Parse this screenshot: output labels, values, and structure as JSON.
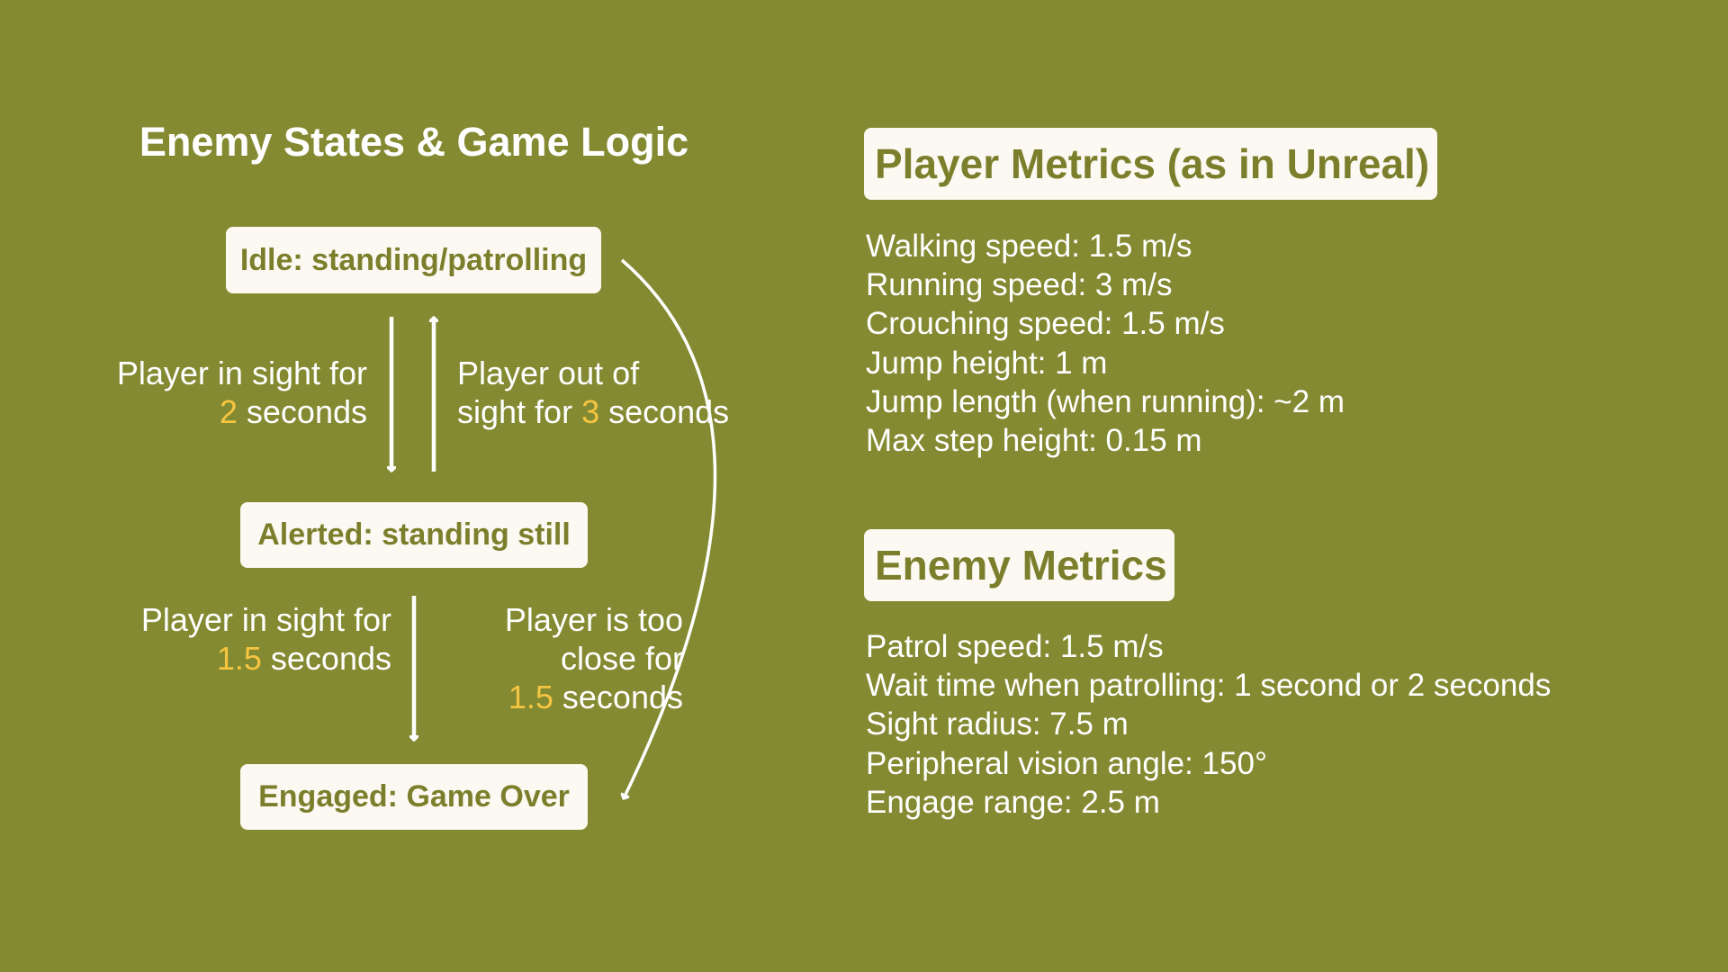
{
  "diagram": {
    "title": "Enemy States & Game Logic",
    "states": {
      "idle": "Idle: standing/patrolling",
      "alerted": "Alerted: standing still",
      "engaged": "Engaged: Game Over"
    },
    "transitions": {
      "idle_to_alerted": {
        "line1": "Player in sight for",
        "value": "2",
        "rest": " seconds"
      },
      "alerted_to_idle": {
        "line1": "Player out of",
        "prefix": "sight for ",
        "value": "3",
        "rest": " seconds"
      },
      "alerted_to_engaged": {
        "line1": "Player in sight for",
        "value": "1.5",
        "rest": " seconds"
      },
      "too_close": {
        "line1": "Player is too",
        "line2": "close for",
        "value": "1.5",
        "rest": " seconds"
      }
    },
    "colors": {
      "background": "#848a31",
      "box": "#fbf9f1",
      "box_text": "#7b7f2c",
      "highlight": "#f5c542"
    }
  },
  "player_metrics": {
    "heading": "Player Metrics (as in Unreal)",
    "items": [
      "Walking speed: 1.5 m/s",
      "Running speed: 3 m/s",
      "Crouching speed: 1.5 m/s",
      "Jump height: 1 m",
      "Jump length (when running): ~2 m",
      "Max step height: 0.15 m"
    ]
  },
  "enemy_metrics": {
    "heading": "Enemy Metrics",
    "items": [
      "Patrol speed: 1.5 m/s",
      "Wait time when patrolling: 1 second or 2 seconds",
      "Sight radius: 7.5 m",
      "Peripheral vision angle: 150°",
      "Engage range: 2.5 m"
    ]
  }
}
